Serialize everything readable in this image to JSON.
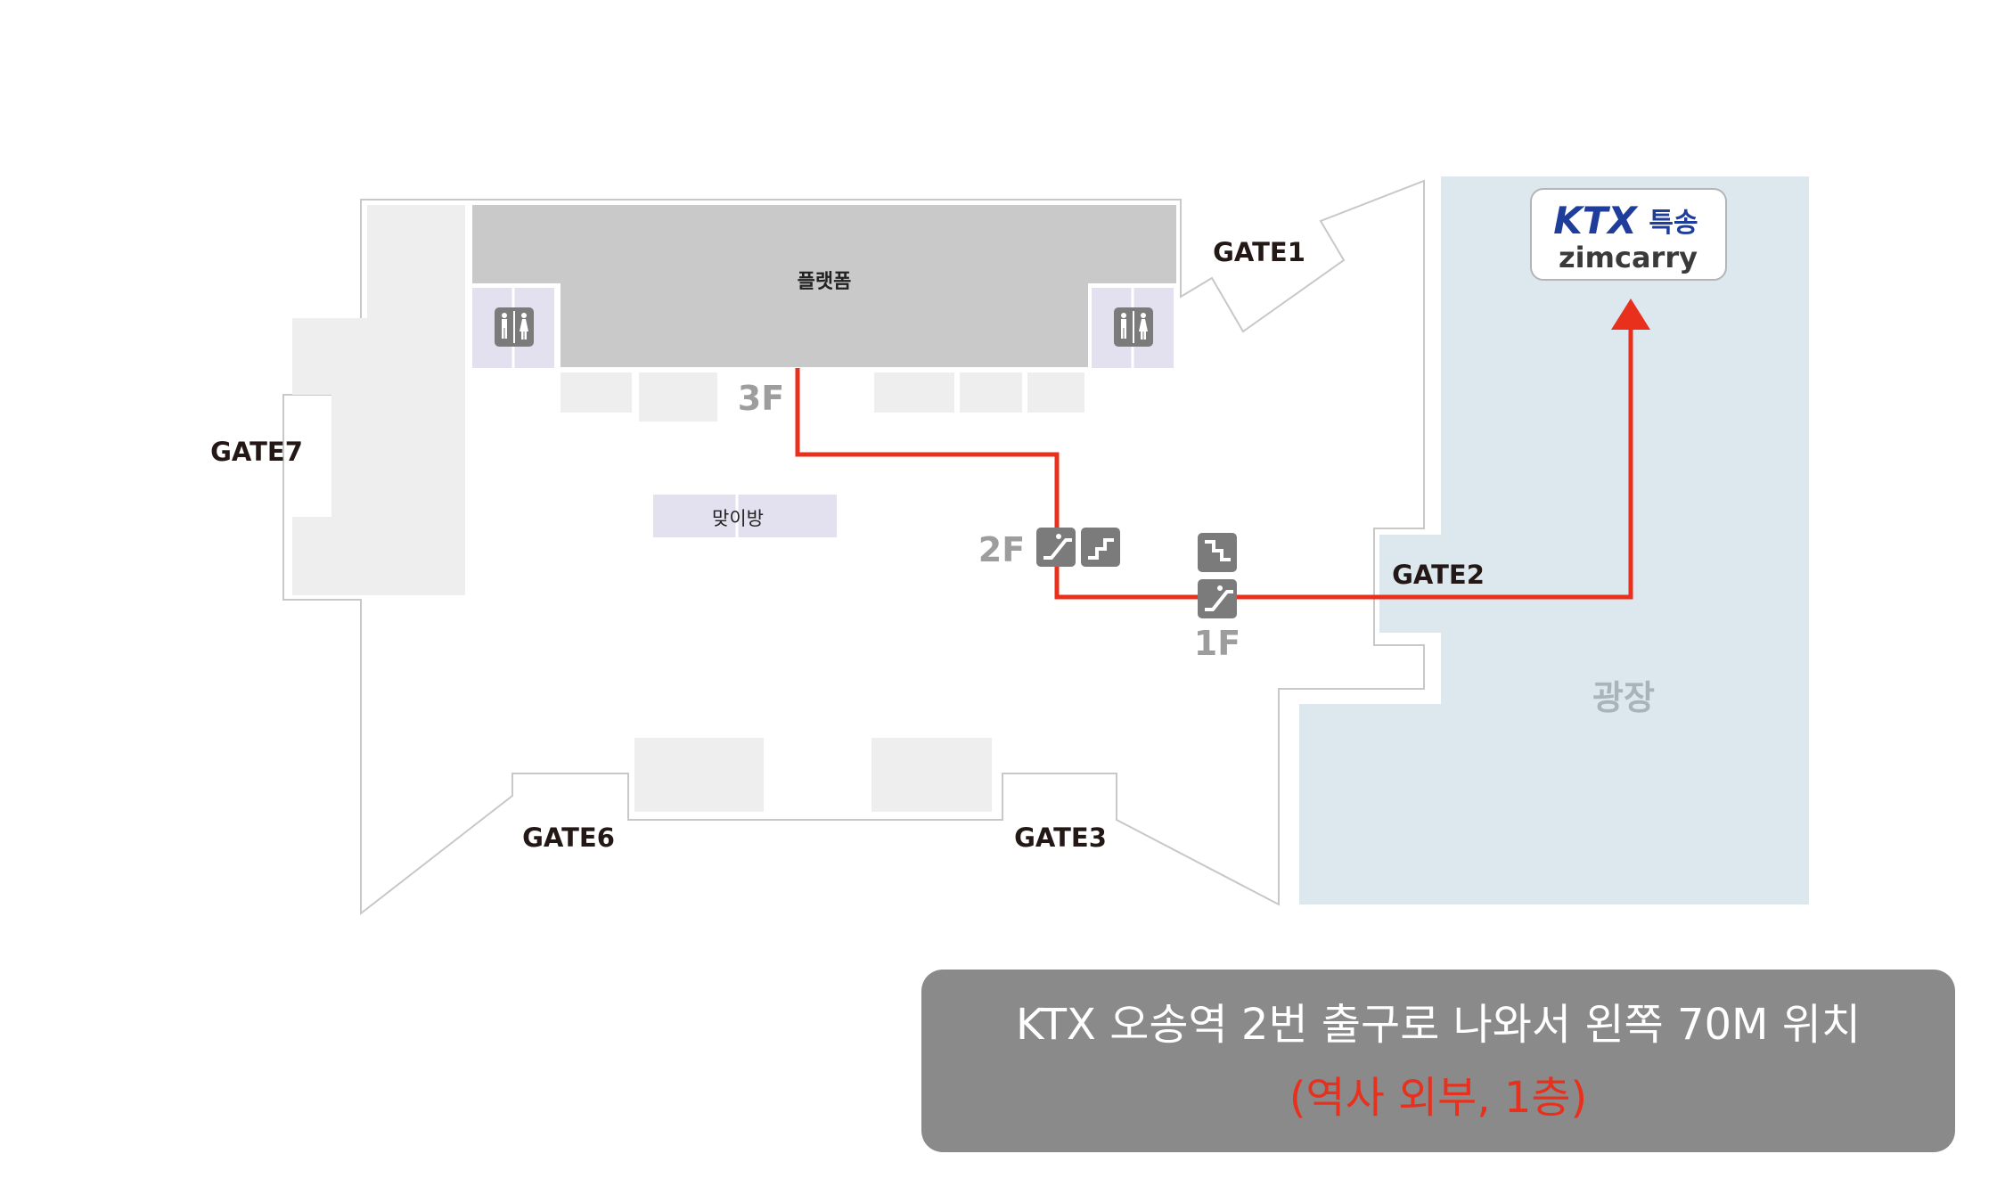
{
  "map": {
    "areas": {
      "platform": "플랫폼",
      "waiting_room": "맞이방",
      "plaza": "광장"
    },
    "gates": {
      "gate1": "GATE1",
      "gate2": "GATE2",
      "gate3": "GATE3",
      "gate6": "GATE6",
      "gate7": "GATE7"
    },
    "floors": {
      "f3": "3F",
      "f2": "2F",
      "f1": "1F"
    },
    "icons": [
      "restroom-icon",
      "escalator-icon",
      "stairs-icon",
      "route-arrow-icon"
    ],
    "route_color": "#e8301c"
  },
  "brand": {
    "ktx": "KTX",
    "ktx_sub": "특송",
    "zimcarry": "zimcarry"
  },
  "info": {
    "line1": "KTX 오송역 2번 출구로 나와서 왼쪽 70M 위치",
    "line2": "(역사 외부, 1층)"
  },
  "colors": {
    "route": "#e8301c",
    "plaza": "#dde7ee",
    "platform": "#c9c9c9",
    "facility": "#e3e0ef",
    "info_bg": "#8a8a8a",
    "ktx_blue": "#1f3e9c"
  }
}
